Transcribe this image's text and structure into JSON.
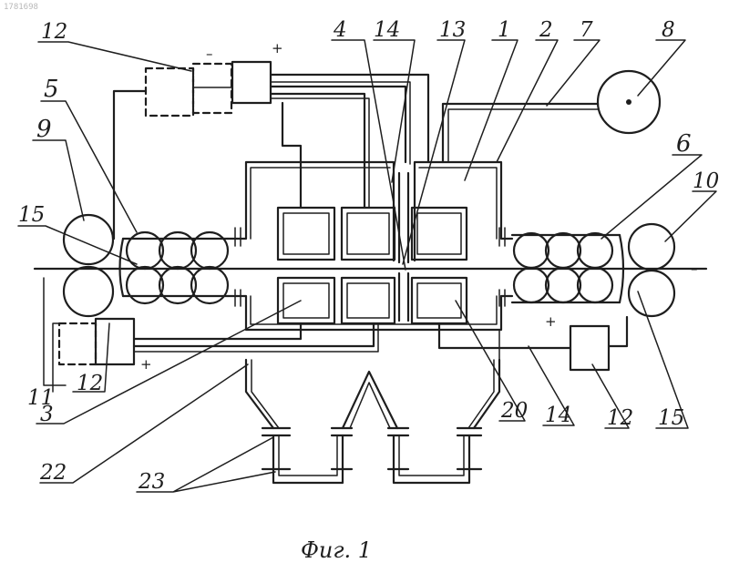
{
  "corner_mark": "1781698",
  "caption": "Фиг. 1",
  "labels": {
    "n1": "1",
    "n2": "2",
    "n3": "3",
    "n4": "4",
    "n5": "5",
    "n6": "6",
    "n7": "7",
    "n8": "8",
    "n9": "9",
    "n10": "10",
    "n11": "11",
    "n12_top": "12",
    "n12_left": "12",
    "n12_bottom": "12",
    "n13": "13",
    "n14_top": "14",
    "n14_bottom": "14",
    "n15_left": "15",
    "n15_right": "15",
    "n20": "20",
    "n22": "22",
    "n23": "23"
  },
  "signs": {
    "minus_top": "–",
    "plus_top": "+",
    "plus_left": "+",
    "plus_right": "+",
    "minus_right": "–"
  }
}
